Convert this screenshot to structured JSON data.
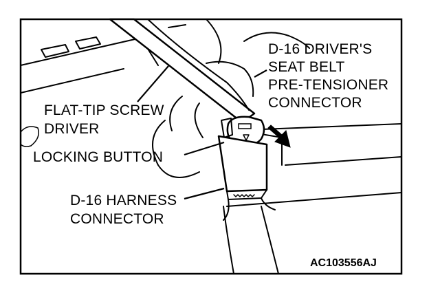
{
  "labels": {
    "driver_connector": [
      "D-16 DRIVER'S",
      "SEAT BELT",
      "PRE-TENSIONER",
      "CONNECTOR"
    ],
    "screwdriver": [
      "FLAT-TIP SCREW",
      "DRIVER"
    ],
    "locking_button": "LOCKING BUTTON",
    "harness_connector": [
      "D-16 HARNESS",
      "CONNECTOR"
    ]
  },
  "figure_code": "AC103556AJ"
}
